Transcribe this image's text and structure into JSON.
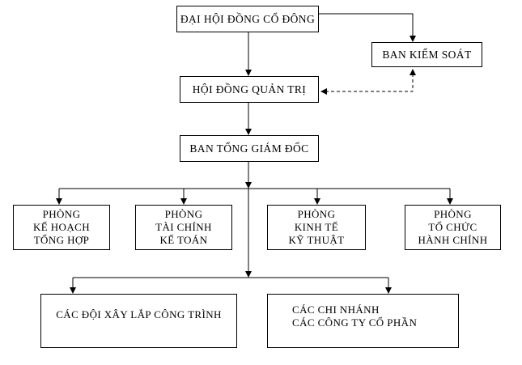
{
  "chart_type": "organizational-chart",
  "boxes": {
    "dai_hoi_dong_co_dong": {
      "label": "ĐẠI HỘI ĐỒNG CỔ ĐÔNG"
    },
    "ban_kiem_soat": {
      "label": "BAN KIỂM SOÁT"
    },
    "hoi_dong_quan_tri": {
      "label": "HỘI ĐỒNG QUẢN TRỊ"
    },
    "ban_tong_giam_doc": {
      "label": "BAN TỔNG GIÁM ĐỐC"
    },
    "phong_ke_hoach_tong_hop": {
      "lines": [
        "PHÒNG",
        "KẾ HOẠCH",
        "TỔNG HỢP"
      ]
    },
    "phong_tai_chinh_ke_toan": {
      "lines": [
        "PHÒNG",
        "TÀI CHÍNH",
        "KẾ TOÁN"
      ]
    },
    "phong_kinh_te_ky_thuat": {
      "lines": [
        "PHÒNG",
        "KINH TẾ",
        "KỸ THUẬT"
      ]
    },
    "phong_to_chuc_hanh_chinh": {
      "lines": [
        "PHÒNG",
        "TỔ CHỨC",
        "HÀNH CHÍNH"
      ]
    },
    "cac_doi_xay_lap_cong_trinh": {
      "label": "CÁC ĐỘI XÂY LẮP CÔNG TRÌNH"
    },
    "cac_chi_nhanh_cong_ty": {
      "lines": [
        "CÁC CHI NHÁNH",
        "CÁC CÔNG TY CỔ PHẦN"
      ]
    }
  },
  "relations": {
    "solid_arrows": "hierarchy/authority lines",
    "dashed_arrow": "two-way supervision link between BAN KIỂM SOÁT and HỘI ĐỒNG QUẢN TRỊ"
  },
  "colors": {
    "line": "#000000",
    "text": "#000000",
    "background": "#ffffff",
    "box_border": "#000000"
  }
}
